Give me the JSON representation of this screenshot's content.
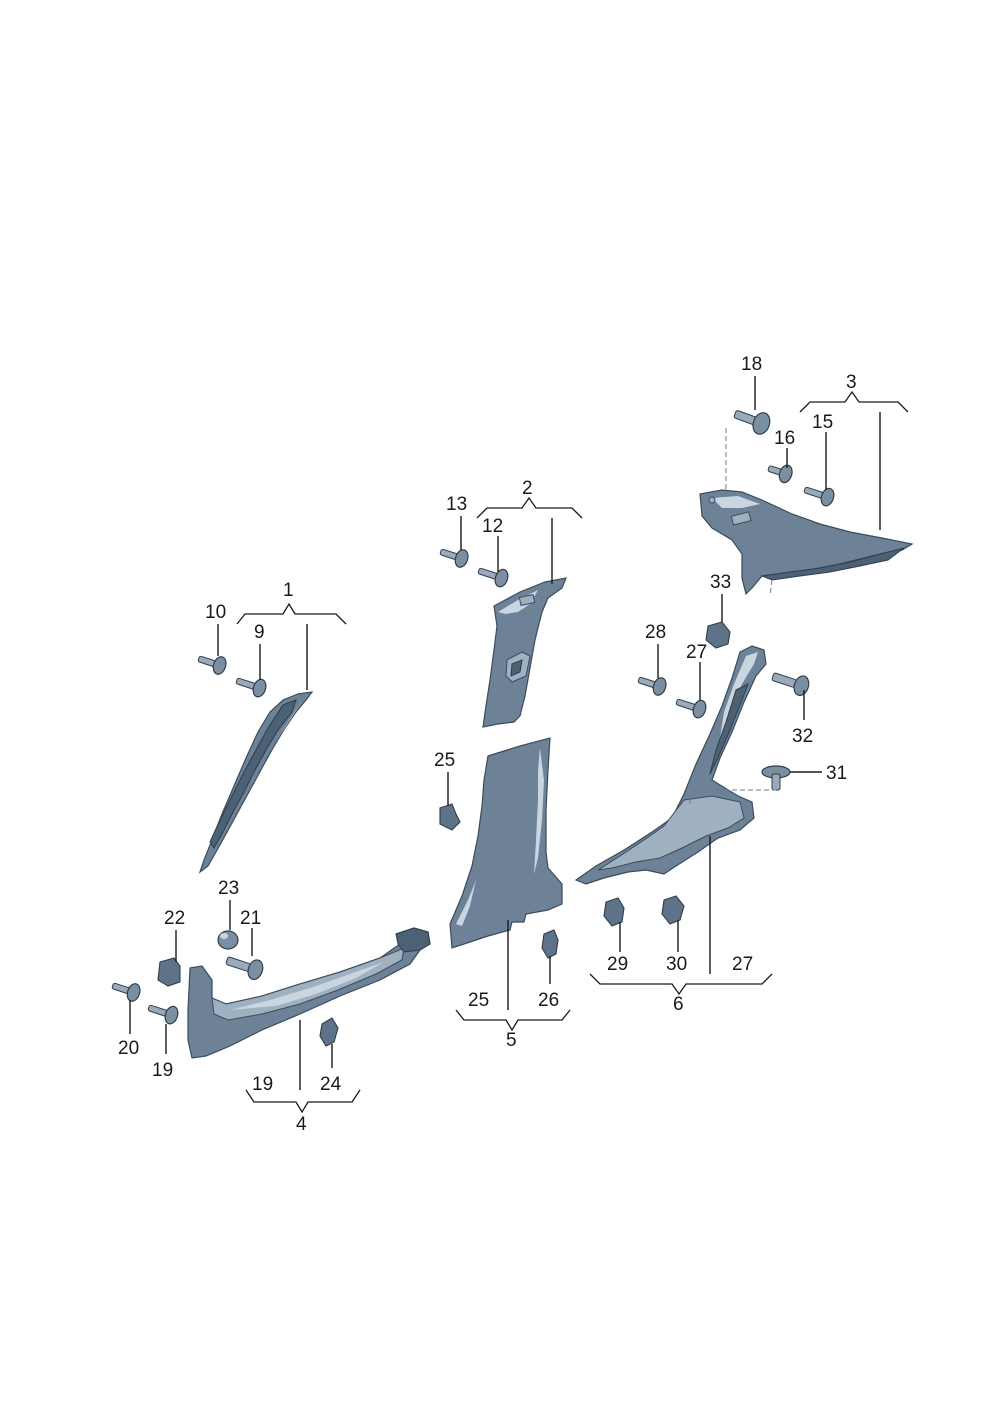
{
  "callouts": {
    "c1": "1",
    "c2": "2",
    "c3": "3",
    "c4": "4",
    "c5": "5",
    "c6": "6",
    "c9": "9",
    "c10": "10",
    "c12": "12",
    "c13": "13",
    "c15": "15",
    "c16": "16",
    "c18": "18",
    "c19a": "19",
    "c19b": "19",
    "c20": "20",
    "c21": "21",
    "c22": "22",
    "c23": "23",
    "c24": "24",
    "c25a": "25",
    "c25b": "25",
    "c26": "26",
    "c27a": "27",
    "c27b": "27",
    "c28": "28",
    "c29": "29",
    "c30": "30",
    "c31": "31",
    "c32": "32",
    "c33": "33"
  }
}
